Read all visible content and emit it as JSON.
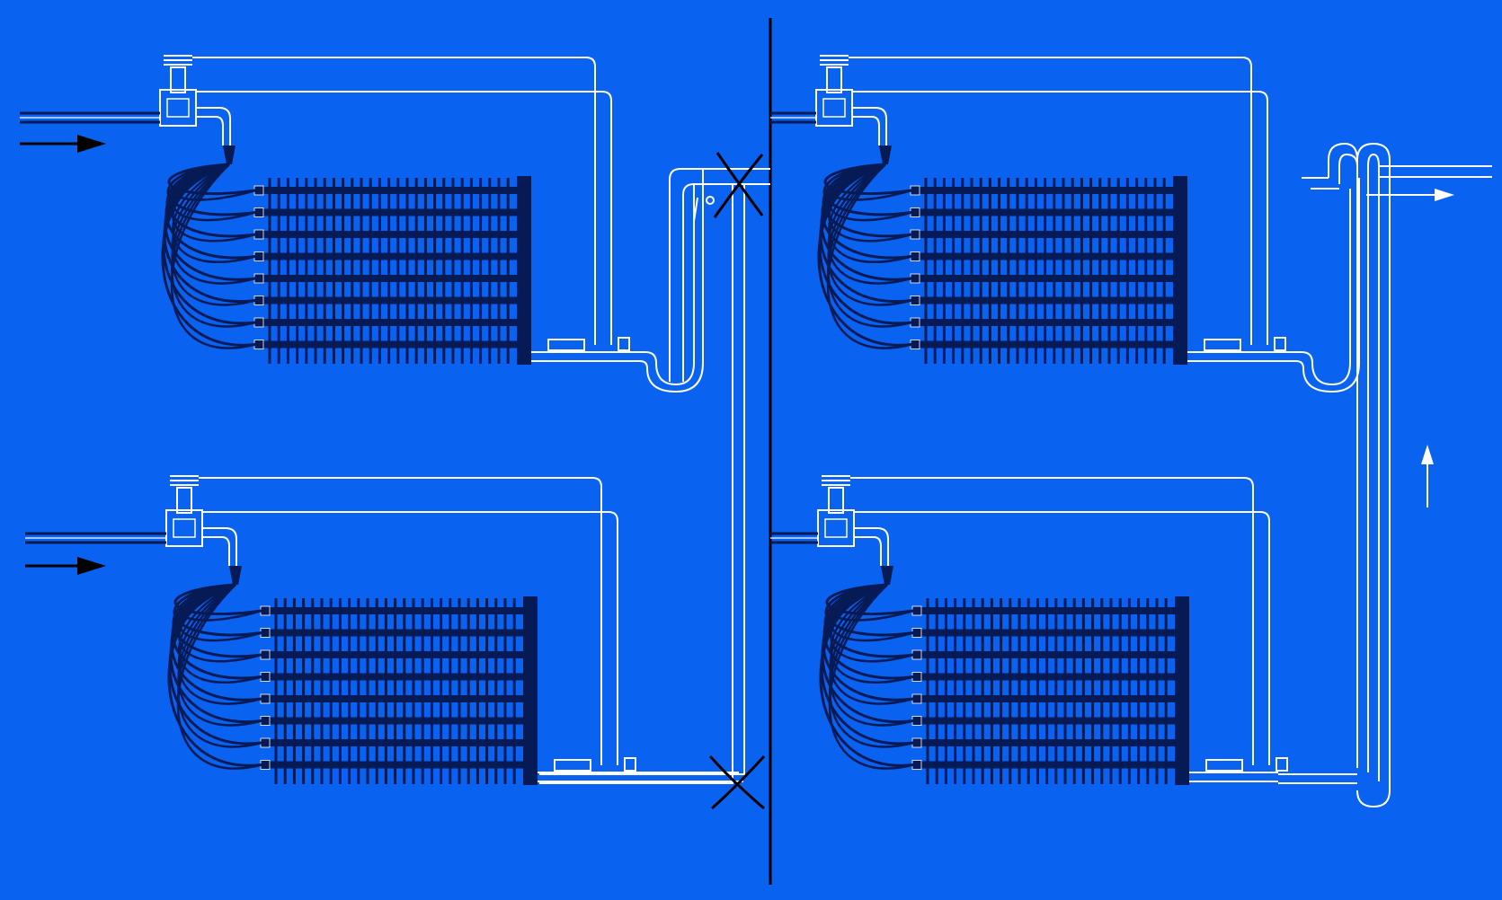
{
  "diagram": {
    "background_color": "#0a62f0",
    "line_color": "#ffffff",
    "coil_color": "#061a55",
    "marker_color": "#000000",
    "panels": [
      {
        "id": "wrong",
        "marked_incorrect": true,
        "units": 2
      },
      {
        "id": "right",
        "marked_incorrect": false,
        "units": 2
      }
    ]
  }
}
